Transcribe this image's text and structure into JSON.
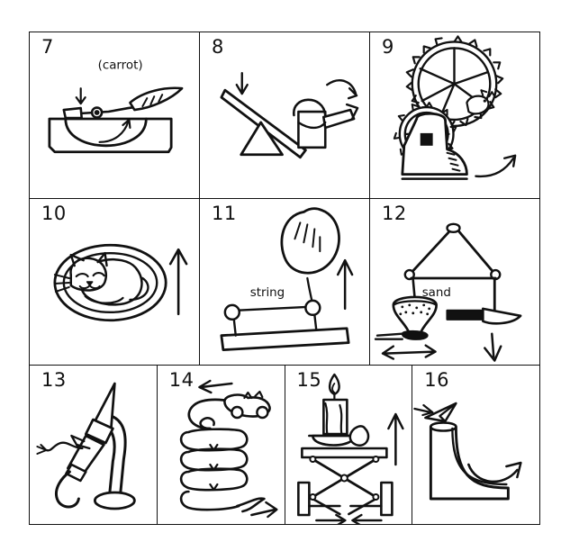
{
  "page": {
    "title": "Rube Goldberg machine storyboard",
    "background_color": "#ffffff",
    "ink_color": "#111111",
    "style": "hand-drawn black ink line art",
    "grid": {
      "rows": 3,
      "row_columns": [
        3,
        3,
        4
      ],
      "total_panels": 10
    }
  },
  "panels": [
    {
      "number": "7",
      "name": "carrot-lever-panel",
      "label": "(carrot)",
      "scene": "A carrot on a pivoting lever arm over a curved trough; a down arrow presses the left paddle and a curved arrow shows the swing."
    },
    {
      "number": "8",
      "name": "seesaw-watering-can-panel",
      "label": "",
      "scene": "A plank seesaw on a triangular fulcrum; a down arrow strikes the raised left end and a watering can at the right tips over along a curved arrow."
    },
    {
      "number": "9",
      "name": "hamster-wheel-gears-panel",
      "label": "",
      "scene": "A large spoked gear wheel with a hamster inside meshes with a smaller gear mounted on a boot; a curved arrow shows the boot kicking."
    },
    {
      "number": "10",
      "name": "sleeping-cat-panel",
      "label": "",
      "scene": "A cat curled up asleep in an oval basket with a straight up arrow beside it."
    },
    {
      "number": "11",
      "name": "balloon-string-panel",
      "label": "string",
      "scene": "A balloon tied by a string to a loop on a board; an up arrow shows the lift."
    },
    {
      "number": "12",
      "name": "sand-bag-knife-panel",
      "label": "sand",
      "scene": "A triangular rope rig holding a sand-filled funnel bag on the left and a knife on the right; a double arrow and a down arrow show the motion."
    },
    {
      "number": "13",
      "name": "rocket-hook-panel",
      "label": "",
      "scene": "A fused rocket strapped to a hook hanging from a curved pole on a round base."
    },
    {
      "number": "14",
      "name": "coiled-snake-car-panel",
      "label": "",
      "scene": "A coiled snake with a toy car balanced on its head; a left arrow at the top and a right arrow at the tail."
    },
    {
      "number": "15",
      "name": "candle-scissor-lift-panel",
      "label": "",
      "scene": "A lit candle and an egg on a dish riding a scissor-lift mechanism; an up arrow and two facing compression arrows at the base."
    },
    {
      "number": "16",
      "name": "paper-plane-chute-panel",
      "label": "",
      "scene": "A paper airplane entering the top of a curved chute; a curved arrow shows the exit direction."
    }
  ]
}
